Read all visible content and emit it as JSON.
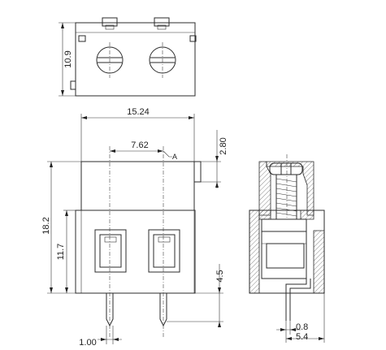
{
  "dimensions": {
    "top_height": "10.9",
    "total_width": "15.24",
    "pitch": "7.62",
    "section_marker": "A",
    "screw_offset": "2.80",
    "body_height": "18.2",
    "lower_height": "11.7",
    "pin_length": "4.5",
    "pin_width": "1.00",
    "side_pin_thickness": "0.8",
    "side_offset": "5.4"
  },
  "colors": {
    "line": "#2b2b2b",
    "background": "#ffffff"
  }
}
